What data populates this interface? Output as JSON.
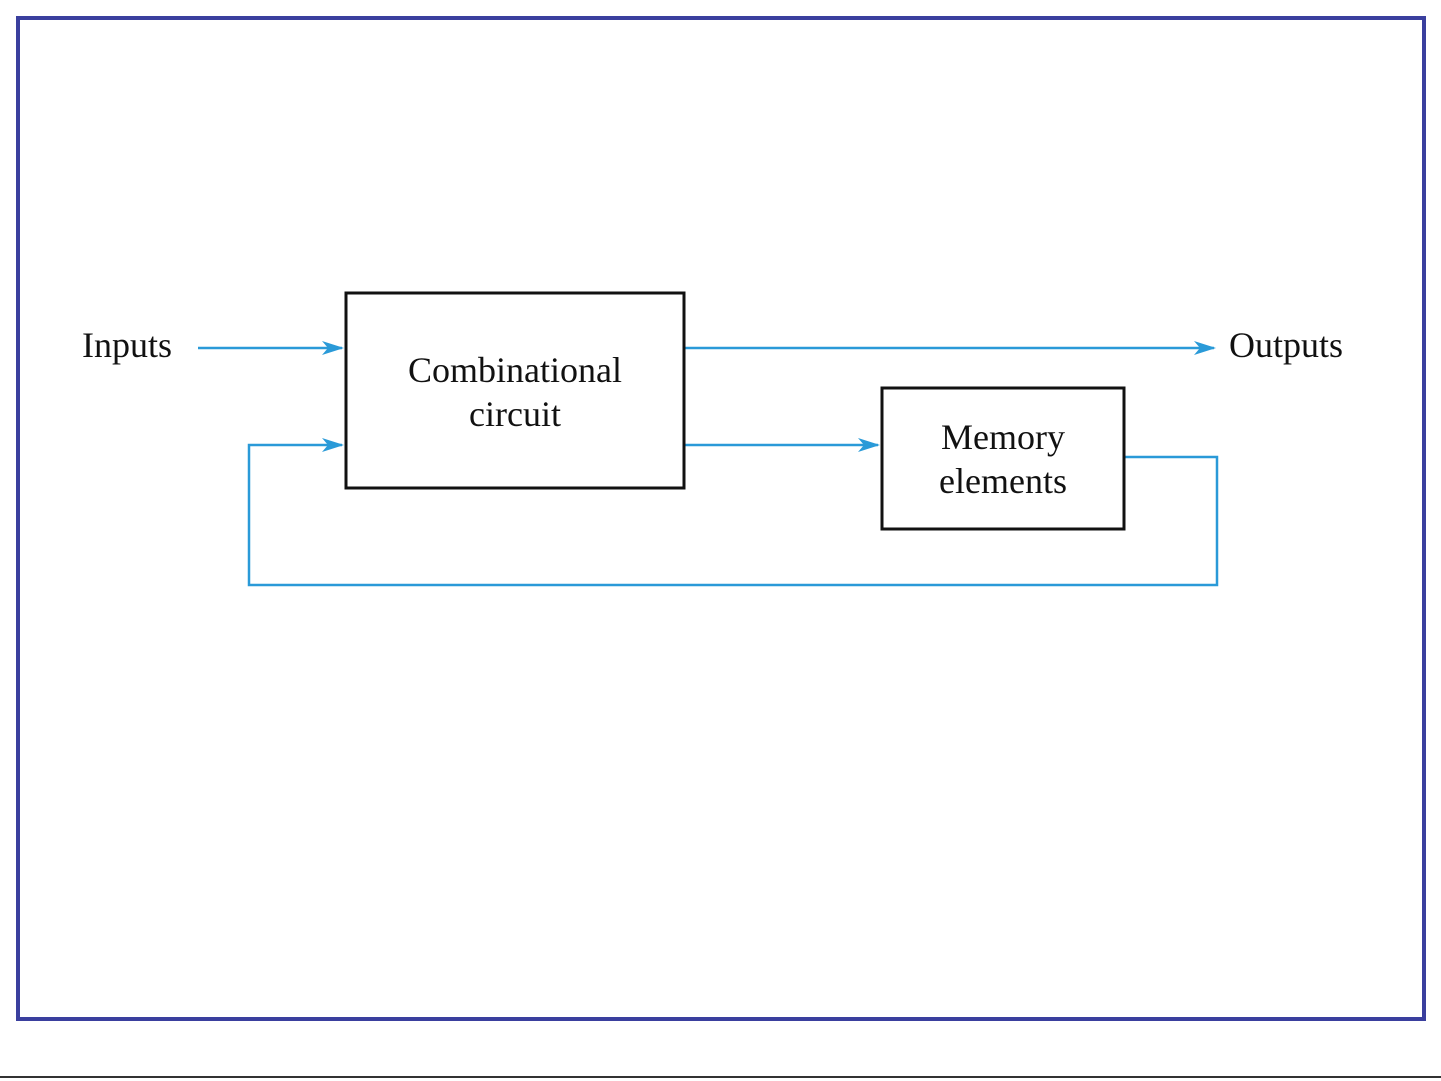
{
  "colors": {
    "frame": "#3a3f9e",
    "wire": "#2a9ad8",
    "box_stroke": "#111111",
    "text": "#111111"
  },
  "diagram": {
    "inputs_label": "Inputs",
    "outputs_label": "Outputs",
    "combinational": {
      "line1": "Combinational",
      "line2": "circuit"
    },
    "memory": {
      "line1": "Memory",
      "line2": "elements"
    }
  }
}
